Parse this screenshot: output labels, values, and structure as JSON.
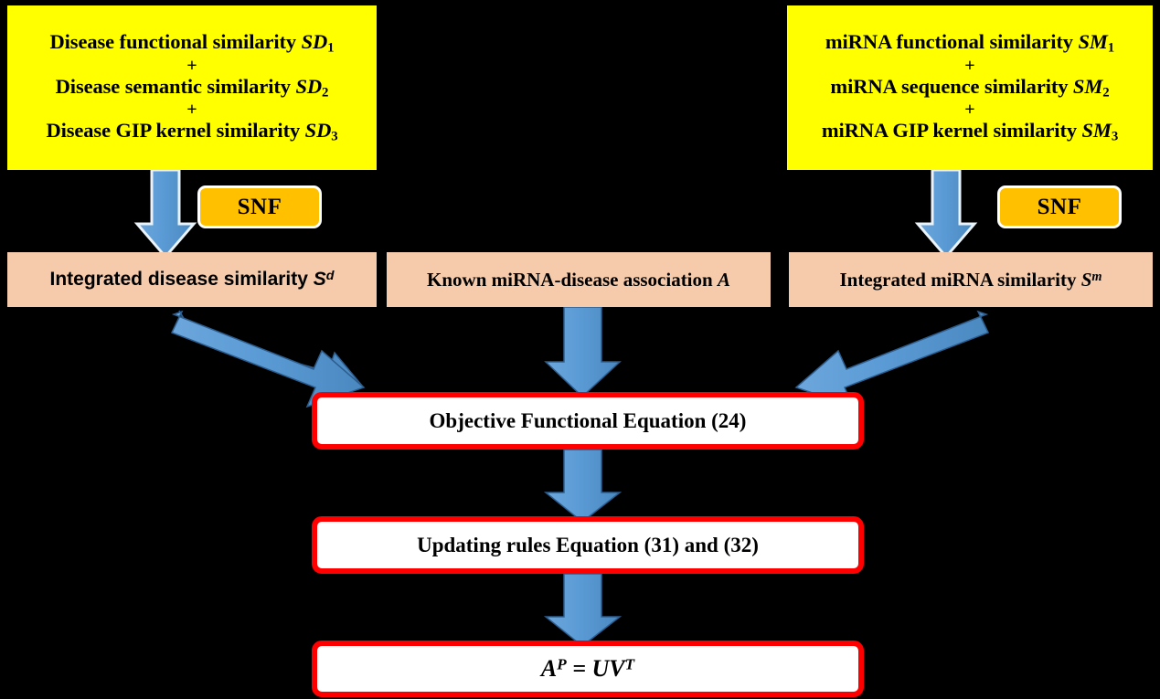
{
  "figure": {
    "background_color": "#000000",
    "accent_arrow_color": "#5B9BD5",
    "source_box_color": "#FFFF00",
    "integrated_box_color": "#F6CBAB",
    "process_border_color": "#FF0000",
    "snf_badge_color": "#FFC000"
  },
  "sources": {
    "disease": {
      "lines": [
        {
          "text": "Disease functional similarity ",
          "symbol": "SD",
          "subscript": "1"
        },
        {
          "text": "Disease semantic similarity ",
          "symbol": "SD",
          "subscript": "2"
        },
        {
          "text": "Disease GIP kernel similarity ",
          "symbol": "SD",
          "subscript": "3"
        }
      ],
      "operator": "+"
    },
    "mirna": {
      "lines": [
        {
          "text": "miRNA functional similarity ",
          "symbol": "SM",
          "subscript": "1"
        },
        {
          "text": "miRNA sequence similarity ",
          "symbol": "SM",
          "subscript": "2"
        },
        {
          "text": "miRNA GIP kernel similarity ",
          "symbol": "SM",
          "subscript": "3"
        }
      ],
      "operator": "+"
    }
  },
  "fusion": {
    "left_label": "SNF",
    "right_label": "SNF"
  },
  "integrated": {
    "disease": {
      "text": "Integrated disease similarity ",
      "symbol": "S",
      "superscript": "d"
    },
    "association": {
      "text": "Known miRNA-disease association ",
      "symbol": "A",
      "superscript": ""
    },
    "mirna": {
      "text": "Integrated miRNA similarity ",
      "symbol": "S",
      "superscript": "m"
    }
  },
  "process": {
    "objective": "Objective Functional Equation (24)",
    "updating": "Updating rules Equation (31) and (32)",
    "result": {
      "lhs": "A",
      "lhs_sup": "P",
      "eq": " = ",
      "rhs": "UV",
      "rhs_sup": "T"
    }
  }
}
